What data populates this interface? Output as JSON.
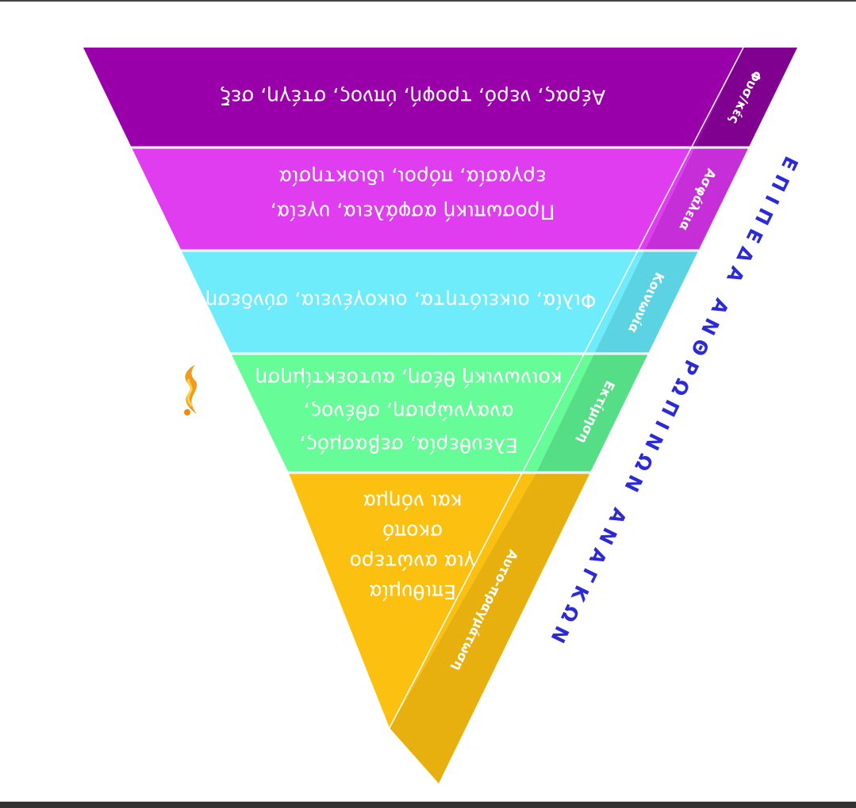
{
  "title": "ΕΠΙΠΕΔΑ ΑΝΘΡΩΠΙΝΩΝ ΑΝΑΓΚΩΝ",
  "orientation": "image shown rotated 180 degrees",
  "levels": [
    {
      "label": "Φυσ/κές",
      "lines": [
        "Αέρας, νερό, τροφή, ύπνος, στέγη, σεξ"
      ],
      "color": "#9900aa",
      "strip_color": "#80008f"
    },
    {
      "label": "Ασφάλεια",
      "lines": [
        "Προσωπική ασφάλεια, υγεία,",
        "εργασία, πόροι, ιδιοκτησία"
      ],
      "color": "#e03cf0",
      "strip_color": "#c62fd8"
    },
    {
      "label": "Κοινωνία",
      "lines": [
        "Φιλία, οικειότητα, οικογένεια, σύνδεση"
      ],
      "color": "#6eecfc",
      "strip_color": "#5cd3e3"
    },
    {
      "label": "Εκτίμηση",
      "lines": [
        "Ελευθερία, σεβασμός,",
        "αναγνώριση, σθένος,",
        "κοινωνική θέση, αυτοεκτίμηση"
      ],
      "color": "#66fc98",
      "strip_color": "#56de86"
    },
    {
      "label": "Αυτο-πραγμάτωση",
      "lines": [
        "Επιθυμία",
        "για ανώτερο",
        "σκοπό",
        "και νόημα"
      ],
      "color": "#fcc010",
      "strip_color": "#e8b00e"
    }
  ],
  "title_color": "#2a2ad8",
  "logo_icon": "flame-logo-icon"
}
